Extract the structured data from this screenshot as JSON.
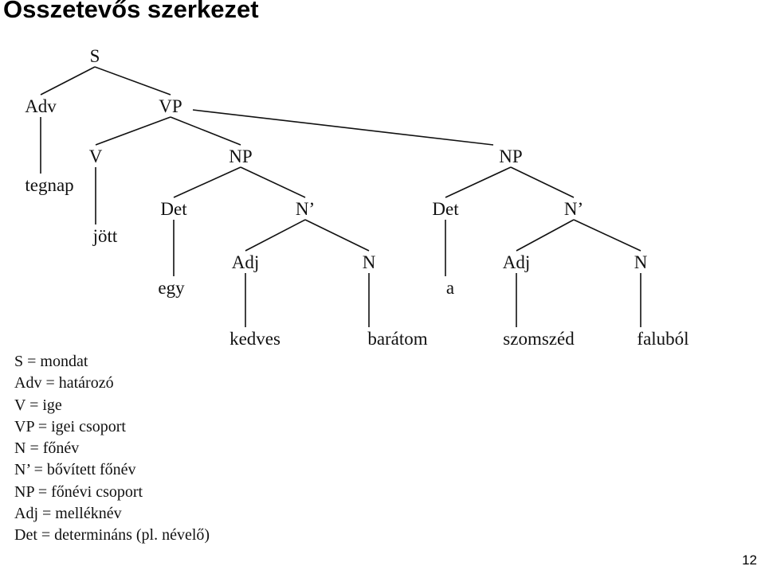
{
  "title": "Összetevős szerkezet",
  "page_number": "12",
  "tree": {
    "nodes": [
      {
        "id": "s",
        "label": "S"
      },
      {
        "id": "adv",
        "label": "Adv"
      },
      {
        "id": "vp",
        "label": "VP"
      },
      {
        "id": "tegnap",
        "label": "tegnap"
      },
      {
        "id": "v",
        "label": "V"
      },
      {
        "id": "jott",
        "label": "jött"
      },
      {
        "id": "np1",
        "label": "NP"
      },
      {
        "id": "det1",
        "label": "Det"
      },
      {
        "id": "egy",
        "label": "egy"
      },
      {
        "id": "nbar1",
        "label": "N’"
      },
      {
        "id": "adj1",
        "label": "Adj"
      },
      {
        "id": "kedves",
        "label": "kedves"
      },
      {
        "id": "n1",
        "label": "N"
      },
      {
        "id": "baratom",
        "label": "barátom"
      },
      {
        "id": "np2",
        "label": "NP"
      },
      {
        "id": "det2",
        "label": "Det"
      },
      {
        "id": "a",
        "label": "a"
      },
      {
        "id": "nbar2",
        "label": "N’"
      },
      {
        "id": "adj2",
        "label": "Adj"
      },
      {
        "id": "szomszed",
        "label": "szomszéd"
      },
      {
        "id": "n2",
        "label": "N"
      },
      {
        "id": "falubol",
        "label": "faluból"
      }
    ],
    "edges": [
      [
        "s",
        "adv"
      ],
      [
        "s",
        "vp"
      ],
      [
        "adv",
        "tegnap"
      ],
      [
        "vp",
        "v"
      ],
      [
        "vp",
        "np1"
      ],
      [
        "vp",
        "np2"
      ],
      [
        "v",
        "jott"
      ],
      [
        "np1",
        "det1"
      ],
      [
        "np1",
        "nbar1"
      ],
      [
        "det1",
        "egy"
      ],
      [
        "nbar1",
        "adj1"
      ],
      [
        "nbar1",
        "n1"
      ],
      [
        "adj1",
        "kedves"
      ],
      [
        "n1",
        "baratom"
      ],
      [
        "np2",
        "det2"
      ],
      [
        "np2",
        "nbar2"
      ],
      [
        "det2",
        "a"
      ],
      [
        "nbar2",
        "adj2"
      ],
      [
        "nbar2",
        "n2"
      ],
      [
        "adj2",
        "szomszed"
      ],
      [
        "n2",
        "falubol"
      ]
    ]
  },
  "legend": [
    "S = mondat",
    "Adv = határozó",
    "V = ige",
    "VP = igei csoport",
    "N = főnév",
    "N’ = bővített főnév",
    "NP = főnévi csoport",
    "Adj = melléknév",
    "Det = determináns (pl. névelő)"
  ]
}
